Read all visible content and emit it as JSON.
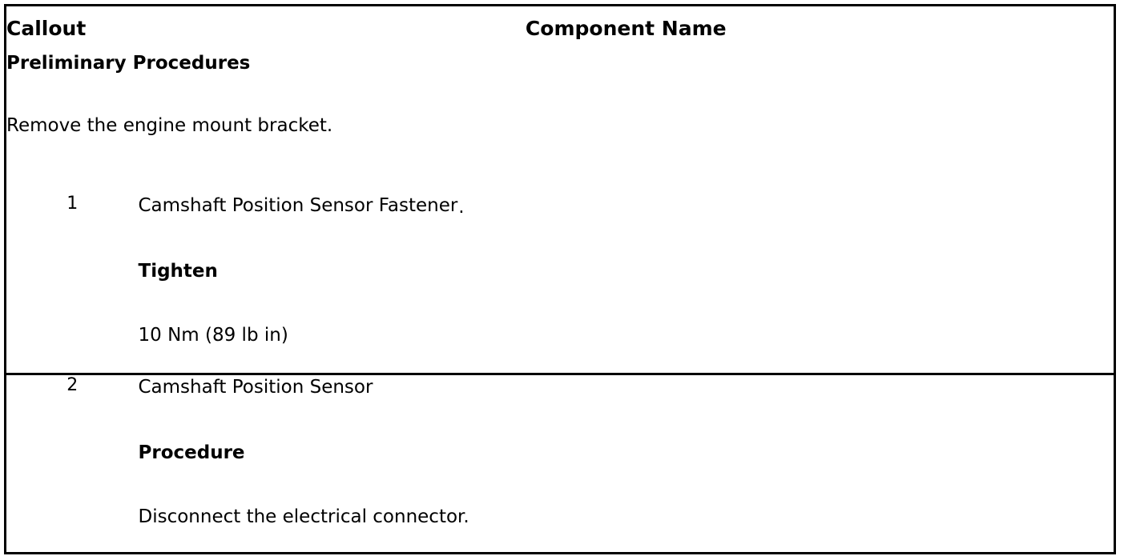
{
  "table": {
    "headers": {
      "callout": "Callout",
      "component_name": "Component Name"
    },
    "preliminary": {
      "title": "Preliminary Procedures",
      "text": "Remove the engine mount bracket."
    },
    "rows": [
      {
        "callout": "1",
        "component": "Camshaft Position Sensor Fastener",
        "component_suffix": ".",
        "section_label": "Tighten",
        "section_value": "10 Nm (89 lb in)"
      },
      {
        "callout": "2",
        "component": "Camshaft Position Sensor",
        "component_suffix": "",
        "section_label": "Procedure",
        "section_value": "Disconnect the electrical connector."
      }
    ]
  },
  "colors": {
    "border": "#000000",
    "background": "#ffffff",
    "text": "#000000"
  }
}
